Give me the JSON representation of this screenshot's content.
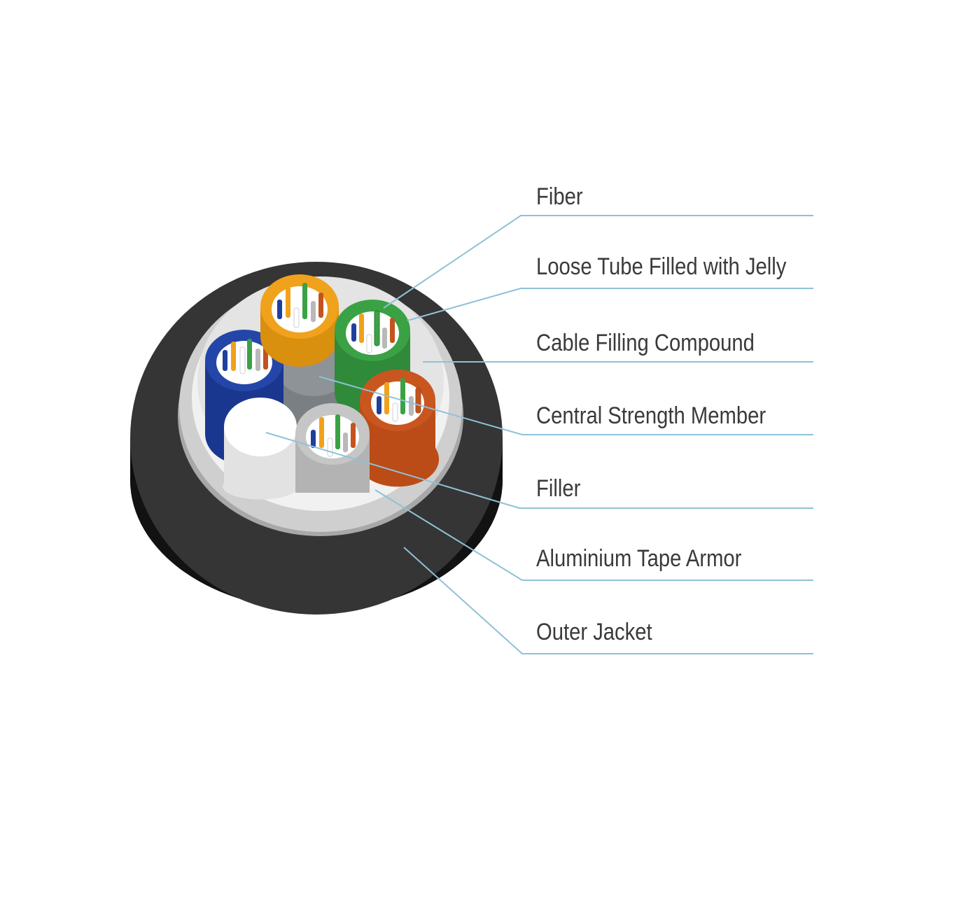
{
  "labels": {
    "fiber": "Fiber",
    "loose_tube": "Loose Tube Filled with Jelly",
    "filling_compound": "Cable Filling Compound",
    "strength_member": "Central Strength Member",
    "filler": "Filler",
    "tape_armor": "Aluminium Tape Armor",
    "outer_jacket": "Outer Jacket"
  },
  "colors": {
    "outer_jacket": "#333333",
    "outer_jacket_side": "#161616",
    "armor": "#c9c9c9",
    "compound": "#efefef",
    "tube_orange": "#f0a21c",
    "tube_green": "#3aa245",
    "tube_blue": "#1e3f9e",
    "tube_rust": "#c4531d",
    "tube_gray": "#bdbdbd",
    "filler": "#ffffff",
    "strength_member": "#8e9397",
    "leader_line": "#8fc1d6"
  }
}
